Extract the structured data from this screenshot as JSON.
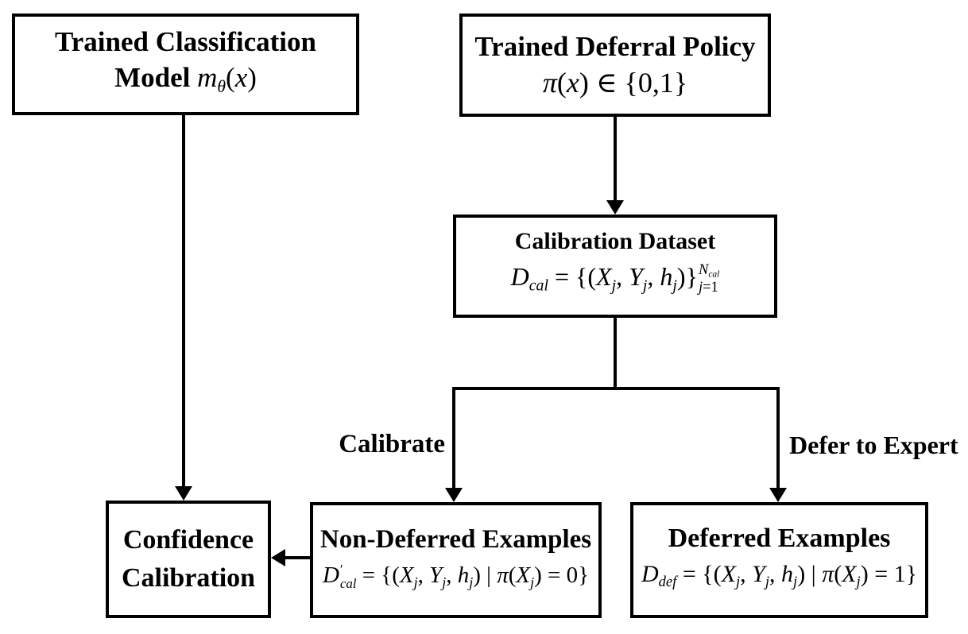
{
  "diagram": {
    "colors": {
      "background": "#ffffff",
      "box_border": "#000000",
      "line": "#000000",
      "text": "#000000"
    },
    "nodes": {
      "model": {
        "title": "Trained Classification",
        "formula": [
          {
            "t": "Model ",
            "s": "b"
          },
          {
            "t": "m",
            "s": "i"
          },
          {
            "t": "θ",
            "s": "sub"
          },
          {
            "t": "(",
            "s": "r"
          },
          {
            "t": "x",
            "s": "i"
          },
          {
            "t": ")",
            "s": "r"
          }
        ]
      },
      "policy": {
        "title": "Trained Deferral Policy",
        "formula": [
          {
            "t": "π",
            "s": "i"
          },
          {
            "t": "(",
            "s": "r"
          },
          {
            "t": "x",
            "s": "i"
          },
          {
            "t": ") ∈ {0,1}",
            "s": "r"
          }
        ]
      },
      "dataset": {
        "title": "Calibration Dataset",
        "formula": [
          {
            "t": "D",
            "s": "scr"
          },
          {
            "t": "cal",
            "s": "sub"
          },
          {
            "t": " = {(",
            "s": "r"
          },
          {
            "t": "X",
            "s": "i"
          },
          {
            "t": "j",
            "s": "sub"
          },
          {
            "t": ", ",
            "s": "r"
          },
          {
            "t": "Y",
            "s": "i"
          },
          {
            "t": "j",
            "s": "sub"
          },
          {
            "t": ", ",
            "s": "r"
          },
          {
            "t": "h",
            "s": "i"
          },
          {
            "t": "j",
            "s": "sub"
          },
          {
            "t": ")}",
            "s": "r"
          },
          {
            "s": "stack",
            "sup": [
              {
                "t": "N",
                "s": "i"
              },
              {
                "t": "cal",
                "s": "sub"
              }
            ],
            "sub": [
              {
                "t": "j",
                "s": "i"
              },
              {
                "t": "=1",
                "s": "r"
              }
            ]
          }
        ]
      },
      "confidence": {
        "line1": "Confidence",
        "line2": "Calibration"
      },
      "nondeferred": {
        "title": "Non-Deferred Examples",
        "formula": [
          {
            "t": "D",
            "s": "scr"
          },
          {
            "s": "stack",
            "sup": [
              {
                "t": "′",
                "s": "r"
              }
            ],
            "sub": [
              {
                "t": "cal",
                "s": "i"
              }
            ]
          },
          {
            "t": " = {(",
            "s": "r"
          },
          {
            "t": "X",
            "s": "i"
          },
          {
            "t": "j",
            "s": "sub"
          },
          {
            "t": ", ",
            "s": "r"
          },
          {
            "t": "Y",
            "s": "i"
          },
          {
            "t": "j",
            "s": "sub"
          },
          {
            "t": ", ",
            "s": "r"
          },
          {
            "t": "h",
            "s": "i"
          },
          {
            "t": "j",
            "s": "sub"
          },
          {
            "t": ") | ",
            "s": "r"
          },
          {
            "t": "π",
            "s": "i"
          },
          {
            "t": "(",
            "s": "r"
          },
          {
            "t": "X",
            "s": "i"
          },
          {
            "t": "j",
            "s": "sub"
          },
          {
            "t": ") = 0}",
            "s": "r"
          }
        ]
      },
      "deferred": {
        "title": "Deferred Examples",
        "formula": [
          {
            "t": "D",
            "s": "scr"
          },
          {
            "t": "def",
            "s": "sub"
          },
          {
            "t": " = {(",
            "s": "r"
          },
          {
            "t": "X",
            "s": "i"
          },
          {
            "t": "j",
            "s": "sub"
          },
          {
            "t": ", ",
            "s": "r"
          },
          {
            "t": "Y",
            "s": "i"
          },
          {
            "t": "j",
            "s": "sub"
          },
          {
            "t": ", ",
            "s": "r"
          },
          {
            "t": "h",
            "s": "i"
          },
          {
            "t": "j",
            "s": "sub"
          },
          {
            "t": ") | ",
            "s": "r"
          },
          {
            "t": "π",
            "s": "i"
          },
          {
            "t": "(",
            "s": "r"
          },
          {
            "t": "X",
            "s": "i"
          },
          {
            "t": "j",
            "s": "sub"
          },
          {
            "t": ") = 1}",
            "s": "r"
          }
        ]
      }
    },
    "edge_labels": {
      "calibrate": "Calibrate",
      "defer": "Defer to Expert"
    }
  }
}
